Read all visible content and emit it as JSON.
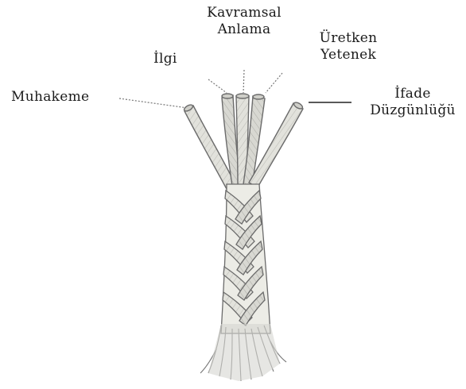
{
  "strands": {
    "muhakeme": {
      "label": "Muhakeme"
    },
    "ilgi": {
      "label": "İlgi"
    },
    "kavramsal": {
      "line1": "Kavramsal",
      "line2": "Anlama"
    },
    "uretken": {
      "line1": "Üretken",
      "line2": "Yetenek"
    },
    "ifade": {
      "line1": "İfade",
      "line2": "Düzgünlüğü"
    }
  },
  "colors": {
    "background": "#ffffff",
    "text": "#1a1a1a",
    "rope_outline": "#6b6b6b",
    "rope_fill": "#dcdcd6",
    "rope_shadow": "#a8a8a2",
    "pointer_line": "#555555"
  }
}
